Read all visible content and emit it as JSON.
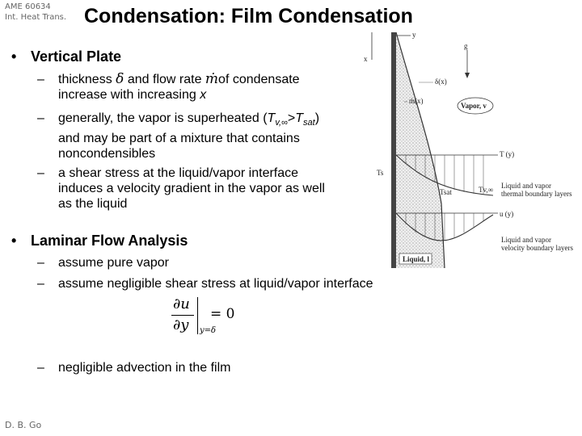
{
  "header": {
    "course_line1": "AME 60634",
    "course_line2": "Int. Heat Trans.",
    "title": "Condensation: Film Condensation"
  },
  "section1": {
    "bullet": "Vertical Plate",
    "item1": {
      "pre": "thickness",
      "delta_symbol": "δ",
      "mid": "and flow rate",
      "mdot_symbol": "ṁ",
      "post": "of condensate",
      "line2_pre": "increase with increasing ",
      "line2_var": "x"
    },
    "item2": {
      "pre": "generally, the vapor is superheated (",
      "T": "T",
      "sub_v": "v,∞",
      "gt": ">",
      "T2": "T",
      "sub_sat": "sat",
      "close": ")",
      "line2": "and may be part of a mixture that contains",
      "line3": "noncondensibles"
    },
    "item3": {
      "line1": "a shear stress at the liquid/vapor interface",
      "line2": "induces a velocity gradient in the vapor as well",
      "line3": "as the liquid"
    }
  },
  "section2": {
    "bullet": "Laminar Flow Analysis",
    "items": [
      "assume pure vapor",
      "assume negligible shear stress at liquid/vapor interface",
      "negligible advection in the film"
    ],
    "equation": {
      "numerator": "∂u",
      "denominator": "∂y",
      "subscript": "y=δ",
      "rhs": "= 0"
    }
  },
  "figure": {
    "y_axis": "y",
    "x_axis": "x",
    "g_label": "g",
    "delta_label": "δ(x)",
    "mdot_label": "ṁ(x)",
    "vapor_label": "Vapor, v",
    "Ts_label": "Ts",
    "T_label": "T (y)",
    "Tsat_label": "Tsat",
    "Tvinf_label": "Tv,∞",
    "thermal_bl_1": "Liquid and vapor",
    "thermal_bl_2": "thermal boundary layers",
    "u_label": "u (y)",
    "velocity_bl_1": "Liquid and vapor",
    "velocity_bl_2": "velocity boundary layers",
    "liquid_label": "Liquid, l"
  },
  "footer": {
    "author": "D. B. Go"
  }
}
